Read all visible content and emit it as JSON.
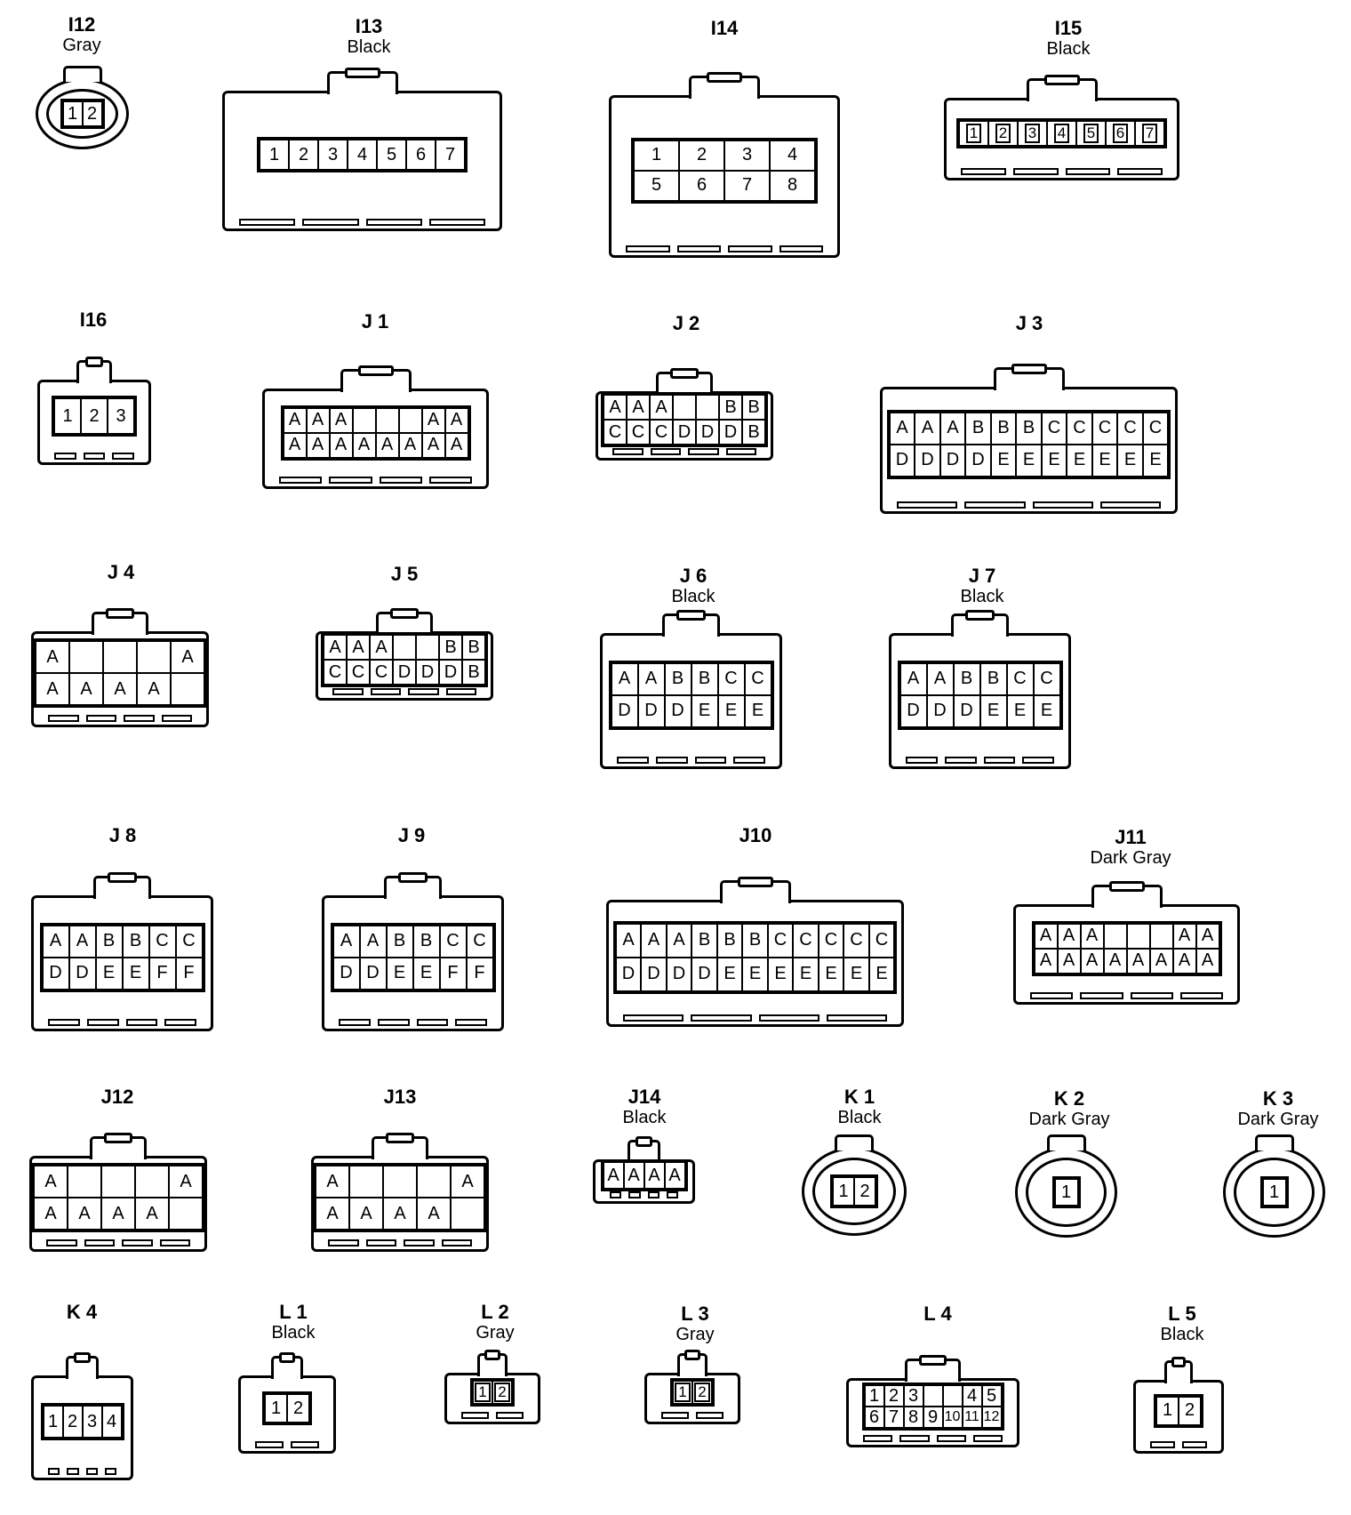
{
  "connectors": [
    {
      "id": "I12",
      "code": "I12",
      "color": "Gray",
      "rows": [
        [
          "1",
          "2"
        ]
      ],
      "style": "round"
    },
    {
      "id": "I13",
      "code": "I13",
      "color": "Black",
      "rows": [
        [
          "1",
          "2",
          "3",
          "4",
          "5",
          "6",
          "7"
        ]
      ]
    },
    {
      "id": "I14",
      "code": "I14",
      "color": "",
      "rows": [
        [
          "1",
          "2",
          "3",
          "4"
        ],
        [
          "5",
          "6",
          "7",
          "8"
        ]
      ]
    },
    {
      "id": "I15",
      "code": "I15",
      "color": "Black",
      "rows": [
        [
          "1",
          "2",
          "3",
          "4",
          "5",
          "6",
          "7"
        ]
      ],
      "style": "boxed"
    },
    {
      "id": "I16",
      "code": "I16",
      "color": "",
      "rows": [
        [
          "1",
          "2",
          "3"
        ]
      ]
    },
    {
      "id": "J1",
      "code": "J 1",
      "color": "",
      "rows": [
        [
          "A",
          "A",
          "A",
          "",
          "",
          "",
          "A",
          "A"
        ],
        [
          "A",
          "A",
          "A",
          "A",
          "A",
          "A",
          "A",
          "A"
        ]
      ]
    },
    {
      "id": "J2",
      "code": "J 2",
      "color": "",
      "rows": [
        [
          "A",
          "A",
          "A",
          "",
          "",
          "B",
          "B"
        ],
        [
          "C",
          "C",
          "C",
          "D",
          "D",
          "D",
          "B"
        ]
      ]
    },
    {
      "id": "J3",
      "code": "J 3",
      "color": "",
      "rows": [
        [
          "A",
          "A",
          "A",
          "B",
          "B",
          "B",
          "C",
          "C",
          "C",
          "C",
          "C"
        ],
        [
          "D",
          "D",
          "D",
          "D",
          "E",
          "E",
          "E",
          "E",
          "E",
          "E",
          "E"
        ]
      ]
    },
    {
      "id": "J4",
      "code": "J 4",
      "color": "",
      "rows": [
        [
          "A",
          "",
          "",
          "",
          "A"
        ],
        [
          "A",
          "A",
          "A",
          "A",
          ""
        ]
      ]
    },
    {
      "id": "J5",
      "code": "J 5",
      "color": "",
      "rows": [
        [
          "A",
          "A",
          "A",
          "",
          "",
          "B",
          "B"
        ],
        [
          "C",
          "C",
          "C",
          "D",
          "D",
          "D",
          "B"
        ]
      ]
    },
    {
      "id": "J6",
      "code": "J 6",
      "color": "Black",
      "rows": [
        [
          "A",
          "A",
          "B",
          "B",
          "C",
          "C"
        ],
        [
          "D",
          "D",
          "D",
          "E",
          "E",
          "E"
        ]
      ]
    },
    {
      "id": "J7",
      "code": "J 7",
      "color": "Black",
      "rows": [
        [
          "A",
          "A",
          "B",
          "B",
          "C",
          "C"
        ],
        [
          "D",
          "D",
          "D",
          "E",
          "E",
          "E"
        ]
      ]
    },
    {
      "id": "J8",
      "code": "J 8",
      "color": "",
      "rows": [
        [
          "A",
          "A",
          "B",
          "B",
          "C",
          "C"
        ],
        [
          "D",
          "D",
          "E",
          "E",
          "F",
          "F"
        ]
      ]
    },
    {
      "id": "J9",
      "code": "J 9",
      "color": "",
      "rows": [
        [
          "A",
          "A",
          "B",
          "B",
          "C",
          "C"
        ],
        [
          "D",
          "D",
          "E",
          "E",
          "F",
          "F"
        ]
      ]
    },
    {
      "id": "J10",
      "code": "J10",
      "color": "",
      "rows": [
        [
          "A",
          "A",
          "A",
          "B",
          "B",
          "B",
          "C",
          "C",
          "C",
          "C",
          "C"
        ],
        [
          "D",
          "D",
          "D",
          "D",
          "E",
          "E",
          "E",
          "E",
          "E",
          "E",
          "E"
        ]
      ]
    },
    {
      "id": "J11",
      "code": "J11",
      "color": "Dark Gray",
      "rows": [
        [
          "A",
          "A",
          "A",
          "",
          "",
          "",
          "A",
          "A"
        ],
        [
          "A",
          "A",
          "A",
          "A",
          "A",
          "A",
          "A",
          "A"
        ]
      ]
    },
    {
      "id": "J12",
      "code": "J12",
      "color": "",
      "rows": [
        [
          "A",
          "",
          "",
          "",
          "A"
        ],
        [
          "A",
          "A",
          "A",
          "A",
          ""
        ]
      ]
    },
    {
      "id": "J13",
      "code": "J13",
      "color": "",
      "rows": [
        [
          "A",
          "",
          "",
          "",
          "A"
        ],
        [
          "A",
          "A",
          "A",
          "A",
          ""
        ]
      ]
    },
    {
      "id": "J14",
      "code": "J14",
      "color": "Black",
      "rows": [
        [
          "A",
          "A",
          "A",
          "A"
        ]
      ]
    },
    {
      "id": "K1",
      "code": "K 1",
      "color": "Black",
      "rows": [
        [
          "1",
          "2"
        ]
      ],
      "style": "round"
    },
    {
      "id": "K2",
      "code": "K 2",
      "color": "Dark Gray",
      "rows": [
        [
          "1"
        ]
      ],
      "style": "round"
    },
    {
      "id": "K3",
      "code": "K 3",
      "color": "Dark Gray",
      "rows": [
        [
          "1"
        ]
      ],
      "style": "round"
    },
    {
      "id": "K4",
      "code": "K 4",
      "color": "",
      "rows": [
        [
          "1",
          "2",
          "3",
          "4"
        ]
      ]
    },
    {
      "id": "L1",
      "code": "L 1",
      "color": "Black",
      "rows": [
        [
          "1",
          "2"
        ]
      ]
    },
    {
      "id": "L2",
      "code": "L 2",
      "color": "Gray",
      "rows": [
        [
          "1",
          "2"
        ]
      ],
      "style": "boxed"
    },
    {
      "id": "L3",
      "code": "L 3",
      "color": "Gray",
      "rows": [
        [
          "1",
          "2"
        ]
      ],
      "style": "boxed"
    },
    {
      "id": "L4",
      "code": "L 4",
      "color": "",
      "rows": [
        [
          "1",
          "2",
          "3",
          "",
          "",
          "4",
          "5"
        ],
        [
          "6",
          "7",
          "8",
          "9",
          "10",
          "11",
          "12"
        ]
      ]
    },
    {
      "id": "L5",
      "code": "L 5",
      "color": "Black",
      "rows": [
        [
          "1",
          "2"
        ]
      ]
    }
  ]
}
